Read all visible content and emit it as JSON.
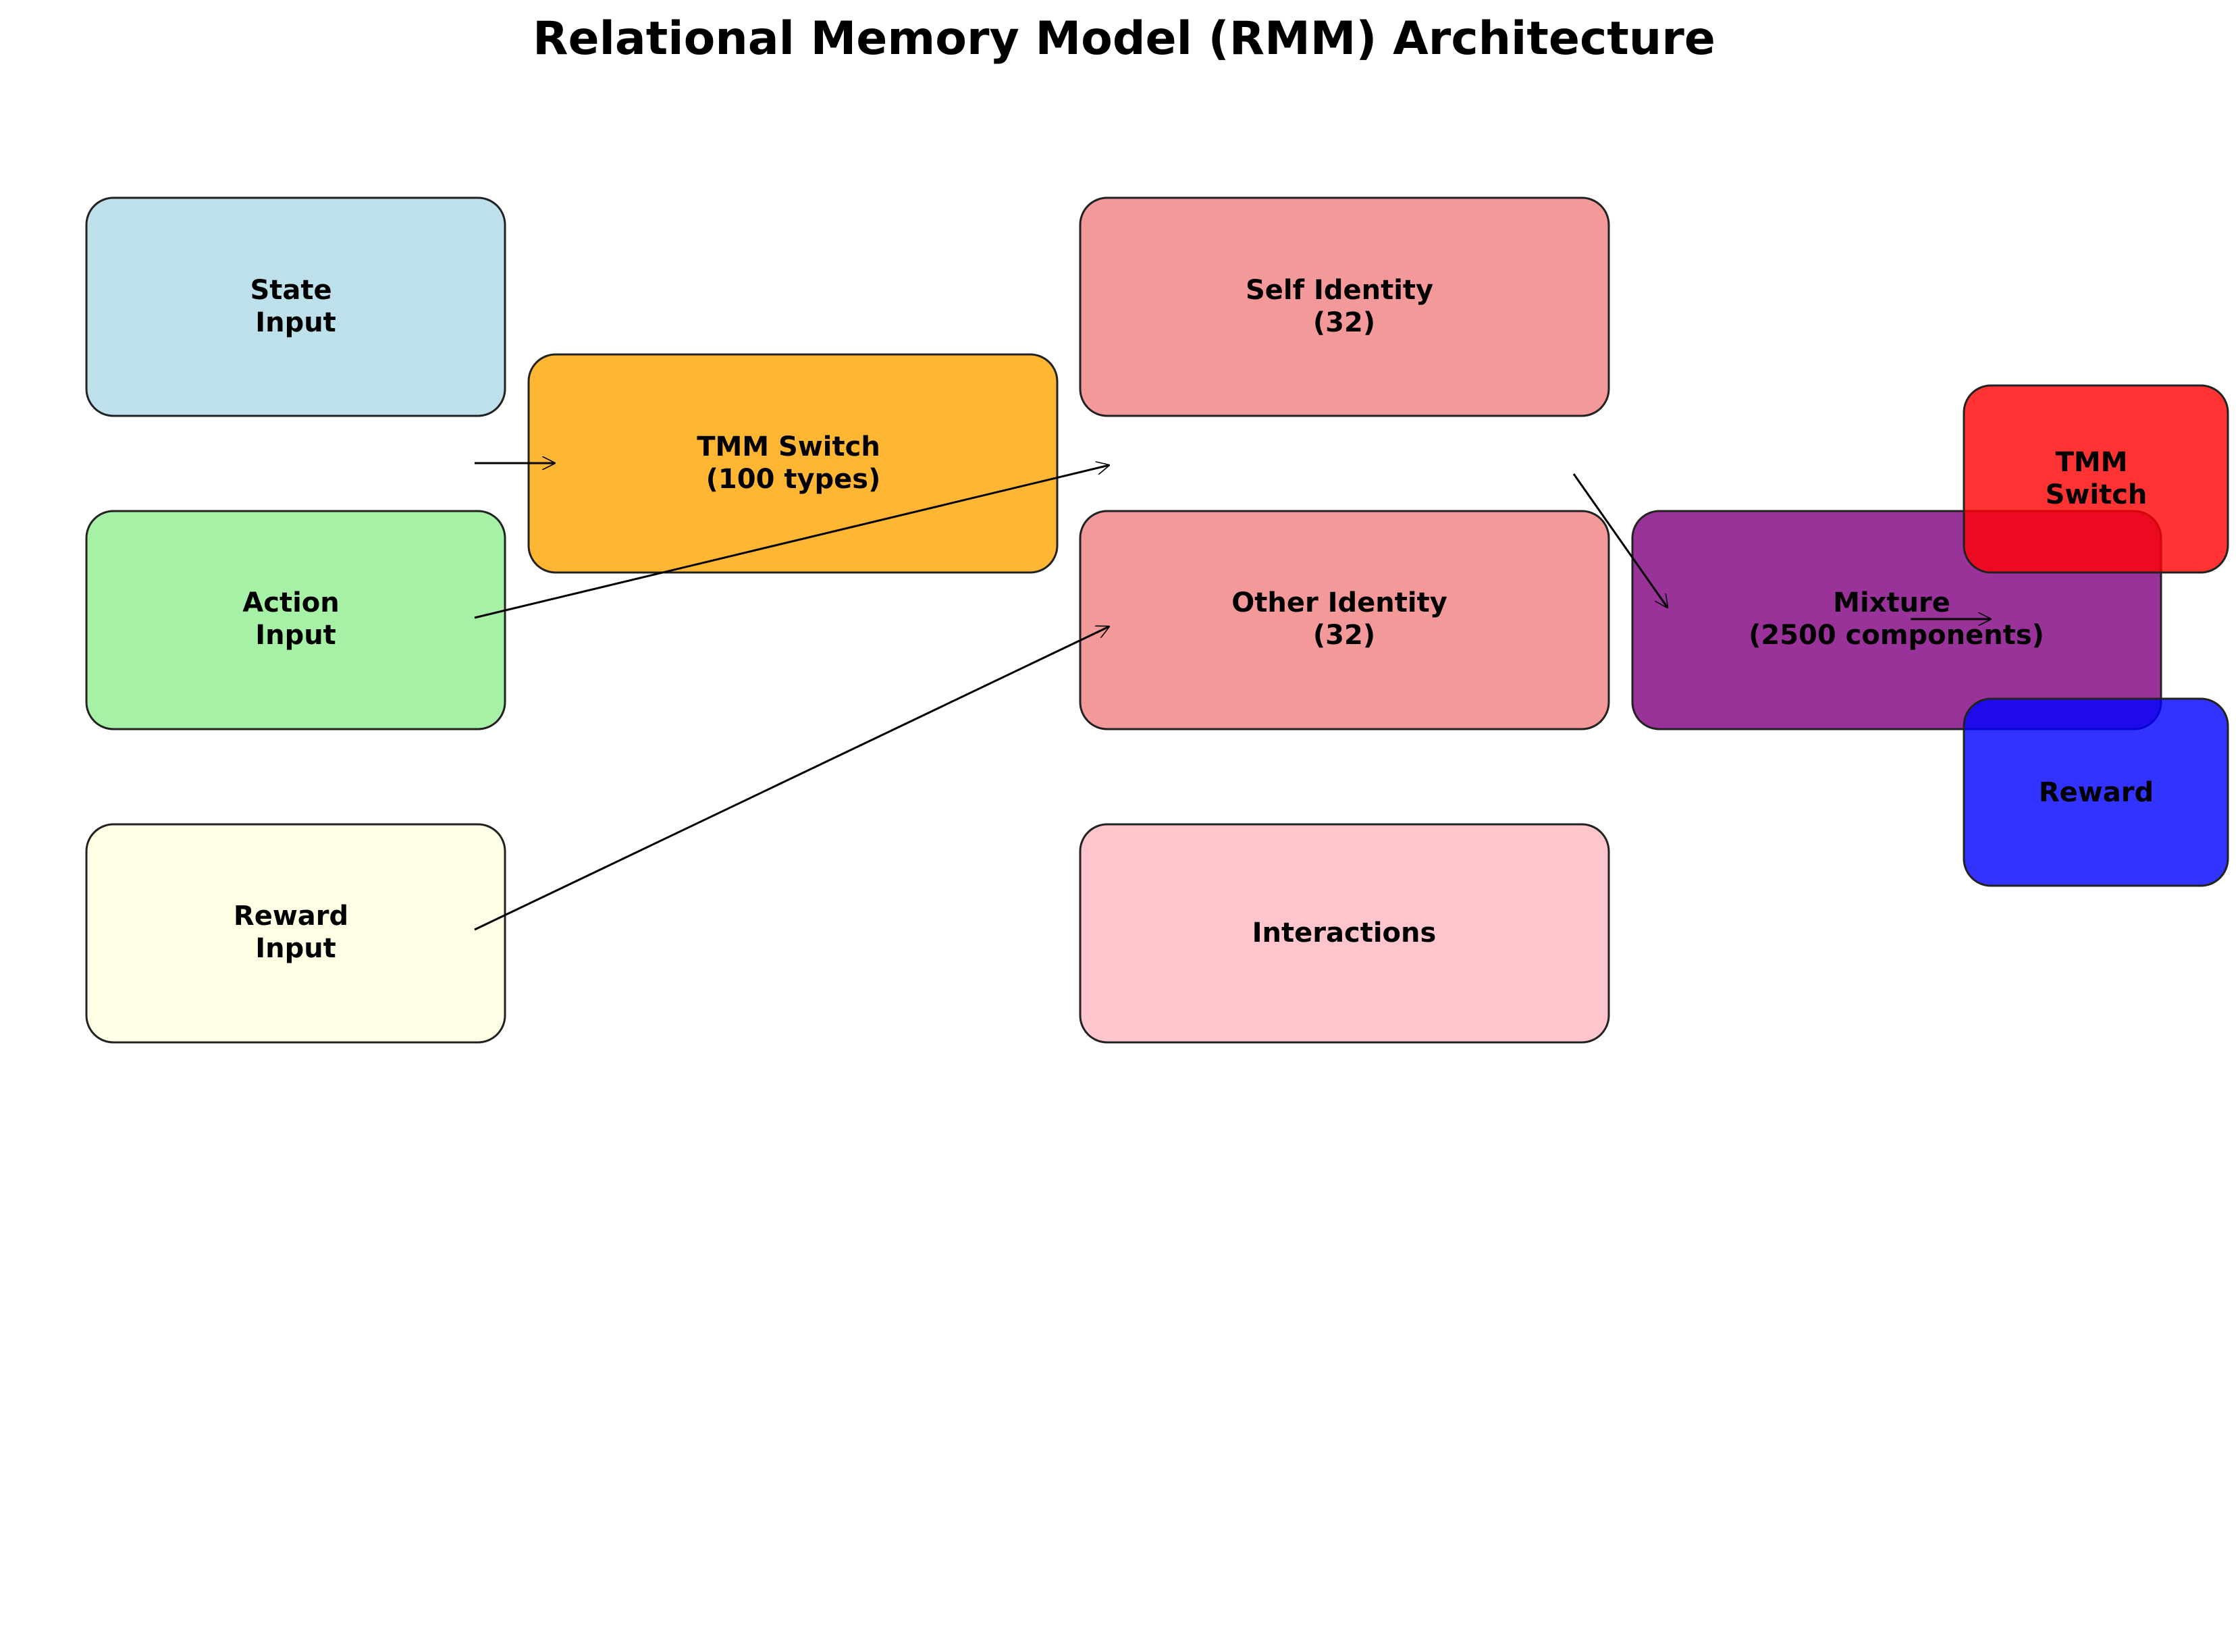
{
  "title": "Relational Memory Model (RMM) Architecture",
  "nodes": {
    "state_input": {
      "lines": [
        "State",
        "Input"
      ],
      "color": "#add8e6"
    },
    "action_input": {
      "lines": [
        "Action",
        "Input"
      ],
      "color": "#90ee90"
    },
    "reward_input": {
      "lines": [
        "Reward",
        "Input"
      ],
      "color": "#ffffe0"
    },
    "tmm_switch": {
      "lines": [
        "TMM Switch",
        "(100 types)"
      ],
      "color": "#ffa500"
    },
    "self_identity": {
      "lines": [
        "Self Identity",
        "(32)"
      ],
      "color": "#f08080"
    },
    "other_identity": {
      "lines": [
        "Other Identity",
        "(32)"
      ],
      "color": "#f08080"
    },
    "interactions": {
      "lines": [
        "Interactions"
      ],
      "color": "#ffb6c1"
    },
    "mixture": {
      "lines": [
        "Mixture",
        "(2500 components)"
      ],
      "color": "#800080"
    },
    "tmm_switch_out": {
      "lines": [
        "TMM",
        "Switch"
      ],
      "color": "#ff0000"
    },
    "reward_out": {
      "lines": [
        "Reward"
      ],
      "color": "#0000ff"
    }
  },
  "edges": [
    {
      "from": "state_input",
      "to": "tmm_switch"
    },
    {
      "from": "action_input",
      "to": "self_identity"
    },
    {
      "from": "reward_input",
      "to": "other_identity"
    },
    {
      "from": "self_identity",
      "to": "mixture"
    },
    {
      "from": "mixture",
      "to": "tmm_switch_out"
    }
  ]
}
